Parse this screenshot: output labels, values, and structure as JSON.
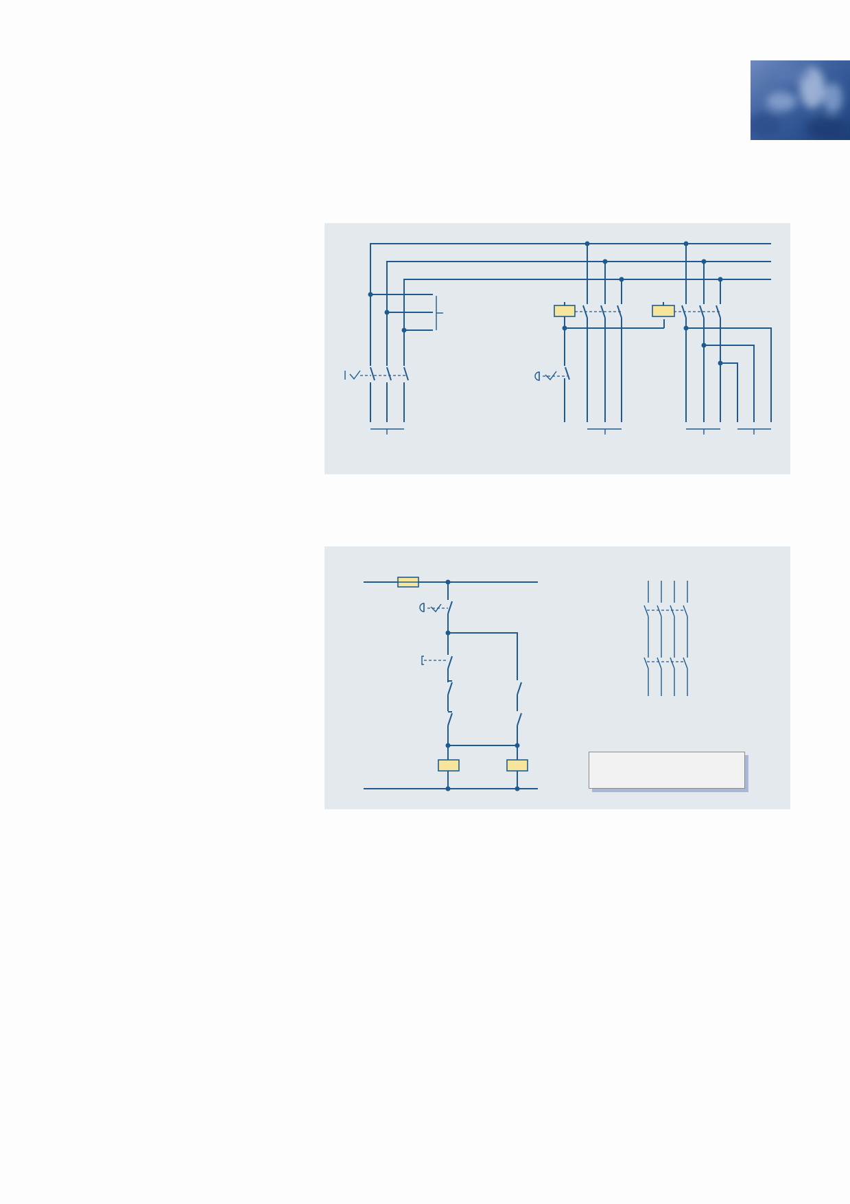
{
  "colors": {
    "page_background": "#fdfdfd",
    "panel_background": "#e4e9ee",
    "wire": "#1e5a8e",
    "coil_fill": "#f7e59b",
    "legend_shadow": "#a9b8d6"
  },
  "header_image": {
    "icon": "blurred-blue-photo"
  },
  "figure_1": {
    "icon": "three-phase-switching-circuit-diagram"
  },
  "figure_2": {
    "icon": "control-circuit-diagram",
    "legend_text": ""
  }
}
